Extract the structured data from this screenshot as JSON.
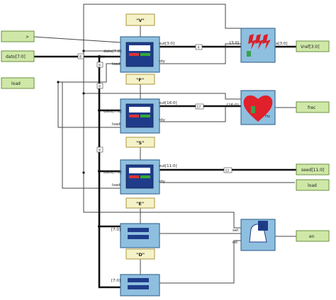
{
  "inputs": {
    "top": ">",
    "dato": "dato[7:0]",
    "load": "load"
  },
  "outputs": {
    "vref": "Vref[3:0]",
    "frec": "frec",
    "seed": "seed[11:0]",
    "load": "load",
    "en": "en"
  },
  "constants": {
    "c1": "\"V\"",
    "c2": "\"F\"",
    "c3": "\"S\"",
    "c4": "\"E\"",
    "c5": "\"D\""
  },
  "reg1": {
    "in_bus": "dato[7:0]",
    "in_load": "load",
    "out_bus": "out[3:0]",
    "out_rdy": "rdy"
  },
  "reg2": {
    "in_bus": "dato[7:0]",
    "in_load": "load",
    "out_bus": "out[16:0]",
    "out_rdy": "rdy"
  },
  "reg3": {
    "in_bus": "dato[7:0]",
    "in_load": "load",
    "out_bus": "out[11:0]",
    "out_rdy": "rdy"
  },
  "cmp1": {
    "in_bus": "[7:0]"
  },
  "cmp2": {
    "in_bus": "[7:0]"
  },
  "dac": {
    "in_bus": "[3:0]",
    "out_bus": "a[3:0]"
  },
  "heart": {
    "in_bus": "[16:0]",
    "label": "Hz"
  },
  "bell": {
    "set": "set",
    "rst": "rst",
    "count": "1"
  },
  "bus_widths": {
    "w_dato": "8",
    "w_out1": "4",
    "w_out2": "17",
    "w_out3": "12",
    "w_t1": "8",
    "w_t2": "8",
    "w_t3": "8"
  },
  "colors": {
    "port_fill": "#cfe8a8",
    "block_fill": "#8fbfdf",
    "const_fill": "#f6f2c8",
    "heart": "#e0202a"
  }
}
